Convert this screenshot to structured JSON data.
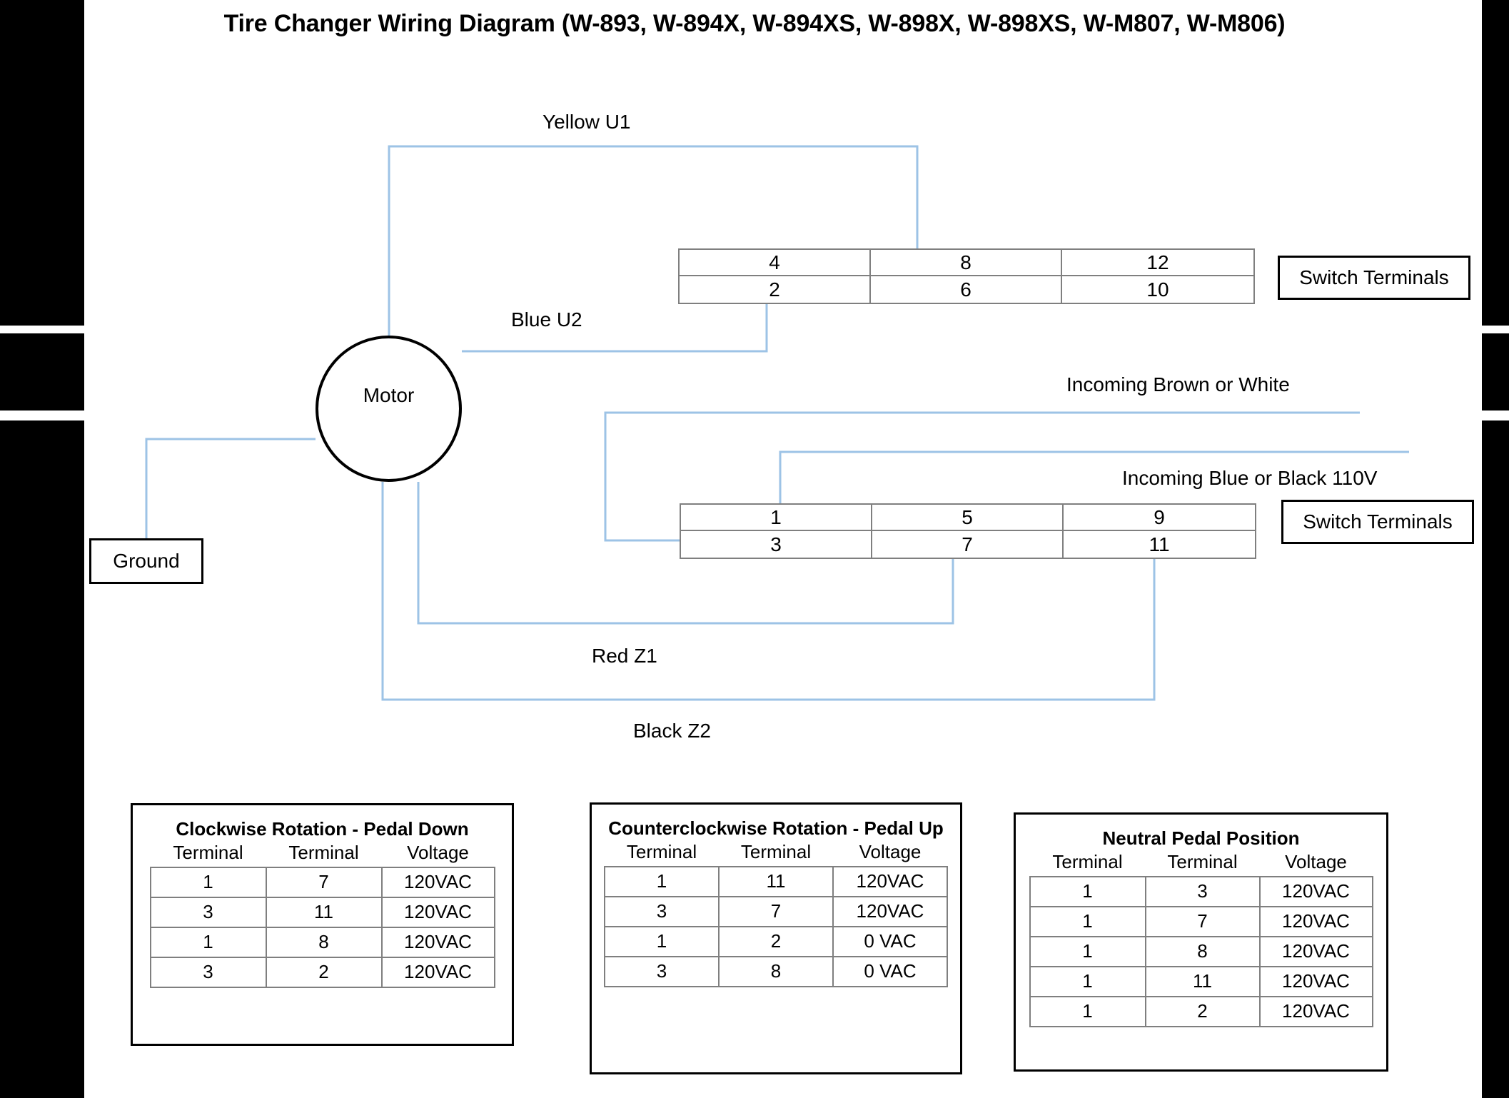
{
  "title": "Tire Changer Wiring Diagram (W-893, W-894X, W-894XS, W-898X, W-898XS, W-M807, W-M806)",
  "colors": {
    "wire": "#9DC3E6",
    "table_border": "#7f7f7f",
    "box_border": "#000000",
    "edge_bar": "#000000"
  },
  "motor": {
    "label": "Motor"
  },
  "ground": {
    "label": "Ground"
  },
  "wires": [
    {
      "id": "yellow-u1",
      "label": "Yellow U1"
    },
    {
      "id": "blue-u2",
      "label": "Blue U2"
    },
    {
      "id": "red-z1",
      "label": "Red Z1"
    },
    {
      "id": "black-z2",
      "label": "Black Z2"
    },
    {
      "id": "incoming-brown-white",
      "label": "Incoming Brown or White"
    },
    {
      "id": "incoming-blue-black",
      "label": "Incoming Blue or Black 110V"
    }
  ],
  "switch_terminals_top": {
    "caption": "Switch Terminals",
    "rows": [
      [
        "4",
        "8",
        "12"
      ],
      [
        "2",
        "6",
        "10"
      ]
    ]
  },
  "switch_terminals_bottom": {
    "caption": "Switch Terminals",
    "rows": [
      [
        "1",
        "5",
        "9"
      ],
      [
        "3",
        "7",
        "11"
      ]
    ]
  },
  "panels": [
    {
      "id": "clockwise",
      "title": "Clockwise Rotation - Pedal Down",
      "headers": [
        "Terminal",
        "Terminal",
        "Voltage"
      ],
      "rows": [
        [
          "1",
          "7",
          "120VAC"
        ],
        [
          "3",
          "11",
          "120VAC"
        ],
        [
          "1",
          "8",
          "120VAC"
        ],
        [
          "3",
          "2",
          "120VAC"
        ]
      ]
    },
    {
      "id": "counterclockwise",
      "title": "Counterclockwise Rotation - Pedal Up",
      "headers": [
        "Terminal",
        "Terminal",
        "Voltage"
      ],
      "rows": [
        [
          "1",
          "11",
          "120VAC"
        ],
        [
          "3",
          "7",
          "120VAC"
        ],
        [
          "1",
          "2",
          "0  VAC"
        ],
        [
          "3",
          "8",
          "0  VAC"
        ]
      ]
    },
    {
      "id": "neutral",
      "title": "Neutral Pedal Position",
      "headers": [
        "Terminal",
        "Terminal",
        "Voltage"
      ],
      "rows": [
        [
          "1",
          "3",
          "120VAC"
        ],
        [
          "1",
          "7",
          "120VAC"
        ],
        [
          "1",
          "8",
          "120VAC"
        ],
        [
          "1",
          "11",
          "120VAC"
        ],
        [
          "1",
          "2",
          "120VAC"
        ]
      ]
    }
  ]
}
